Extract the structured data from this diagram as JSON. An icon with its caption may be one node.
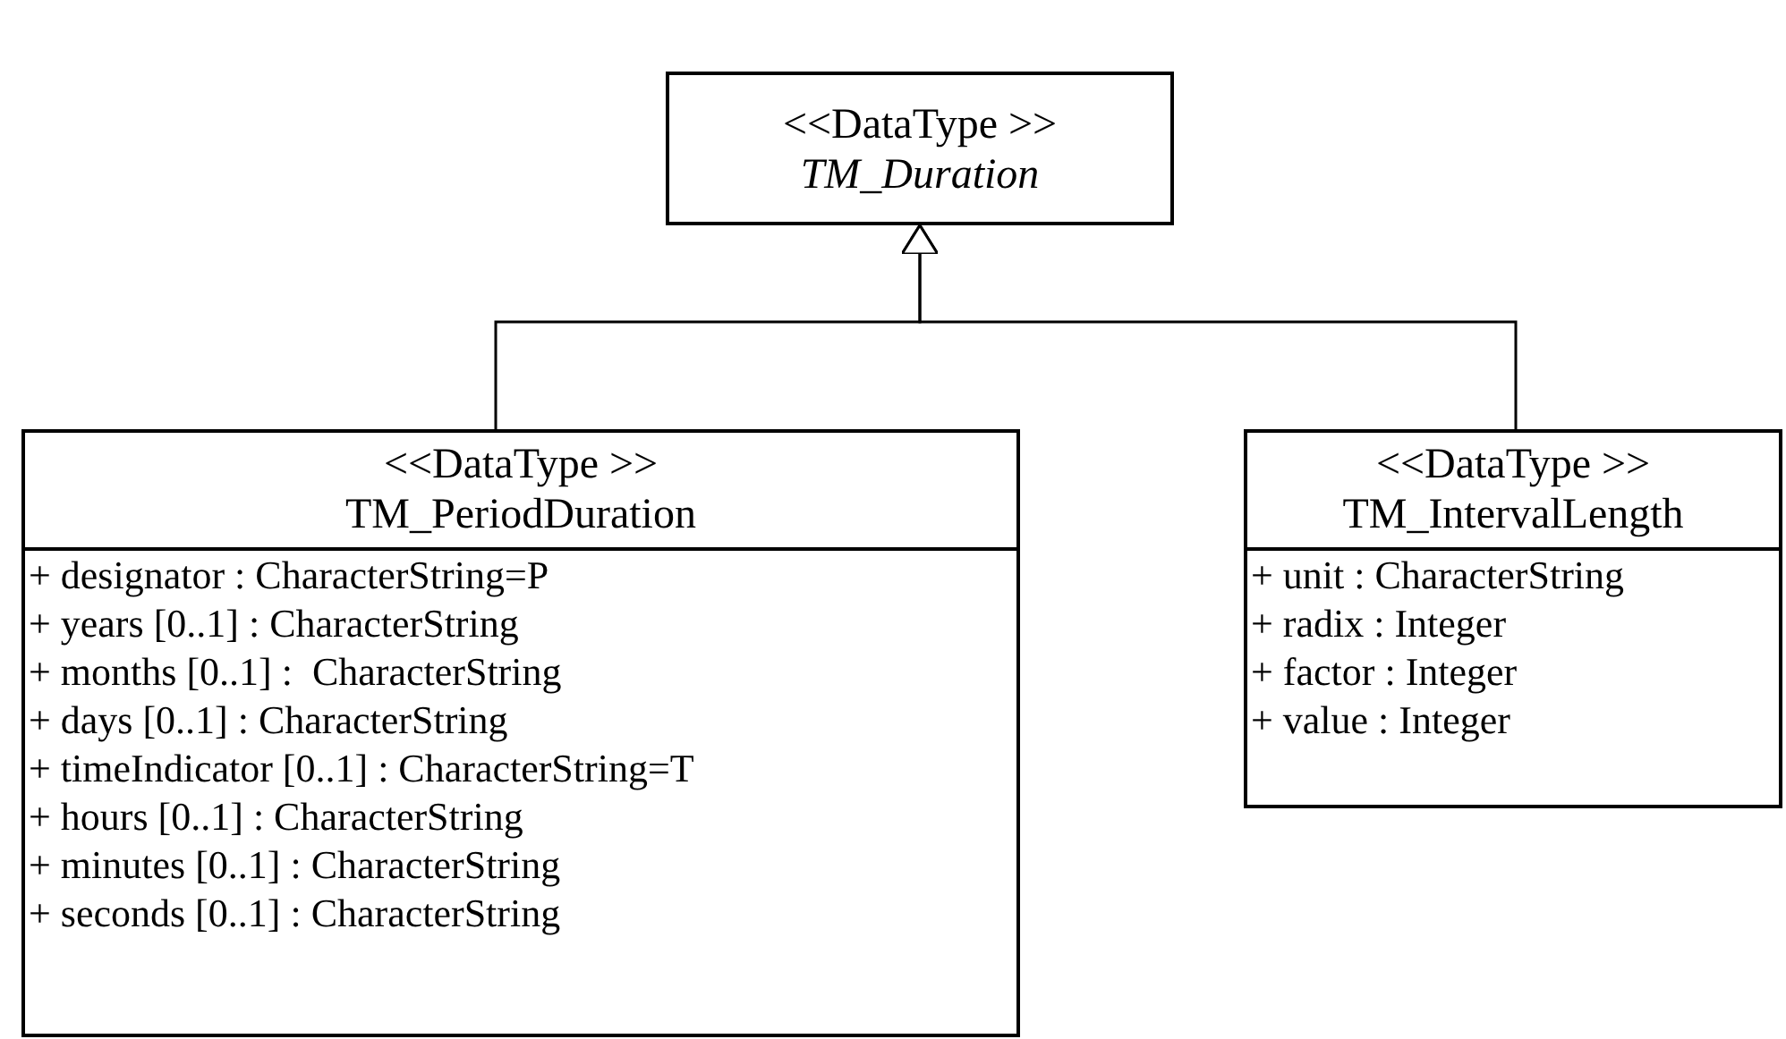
{
  "diagram": {
    "nodes": [
      {
        "text": [
          "<<DataType >>",
          "TM_Duration"
        ]
      },
      {
        "text": [
          "<<DataType >>",
          "TM_PeriodDuration",
          "+ designator : CharacterString=P",
          "+ years [0..1] : CharacterString",
          "+ months [0..1] :  CharacterString",
          "+ days [0..1] : CharacterString",
          "+ timeIndicator [0..1] : CharacterString=T",
          "+ hours [0..1] : CharacterString",
          "+ minutes [0..1] : CharacterString",
          "+ seconds [0..1] : CharacterString"
        ]
      },
      {
        "text": [
          "<<DataType >>",
          "TM_IntervalLength",
          "+ unit : CharacterString",
          "+ radix : Integer",
          "+ factor : Integer",
          "+ value : Integer"
        ]
      }
    ],
    "edges": [
      {
        "from": 1,
        "to": 0,
        "arrow": "to"
      },
      {
        "from": 2,
        "to": 0,
        "arrow": "to"
      }
    ]
  }
}
